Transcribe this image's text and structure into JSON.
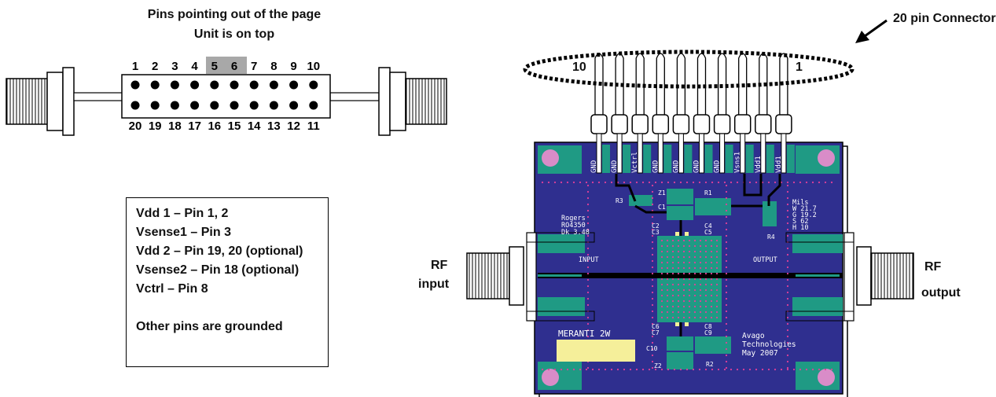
{
  "pin_diagram": {
    "title_line1": "Pins pointing out of the page",
    "title_line2": "Unit is on top",
    "top_pins": [
      "1",
      "2",
      "3",
      "4",
      "5",
      "6",
      "7",
      "8",
      "9",
      "10"
    ],
    "bottom_pins": [
      "20",
      "19",
      "18",
      "17",
      "16",
      "15",
      "14",
      "13",
      "12",
      "11"
    ],
    "highlighted_pins": [
      "5",
      "6"
    ],
    "highlight_color": "#a8a8a8"
  },
  "legend": {
    "lines": [
      "Vdd 1 – Pin 1, 2",
      "Vsense1 – Pin 3",
      "Vdd 2 – Pin 19, 20 (optional)",
      "Vsense2 – Pin 18 (optional)",
      "Vctrl – Pin 8",
      "",
      "Other pins are grounded"
    ]
  },
  "connector": {
    "label": "20 pin Connector",
    "pin_left": "10",
    "pin_right": "1"
  },
  "rf": {
    "input_line1": "RF",
    "input_line2": "input",
    "output_line1": "RF",
    "output_line2": "output"
  },
  "board": {
    "pad_labels": [
      "GND",
      "GND",
      "Vctrl",
      "GND",
      "GND",
      "GND",
      "GND",
      "Vsns1",
      "Vdd1",
      "Vdd1"
    ],
    "material_lines": [
      "Rogers",
      "RO4350",
      "Dk 3.48"
    ],
    "mils_lines": [
      "Mils",
      "W 21.7",
      "G 19.2",
      "S 62",
      "H 10"
    ],
    "input_label": "INPUT",
    "output_label": "OUTPUT",
    "product": "MERANTI 2W",
    "vendor_lines": [
      "Avago",
      "Technologies",
      "May 2007"
    ],
    "components": [
      "R3",
      "Z1",
      "R1",
      "C1",
      "C2",
      "C3",
      "C4",
      "C5",
      "R4",
      "C6",
      "C7",
      "C8",
      "C9",
      "C10",
      "Z2",
      "R2"
    ],
    "colors": {
      "board": "#2f2f8f",
      "copper": "#1f9a84",
      "dots": "#e0409a",
      "corner": "#d98cc8",
      "pad": "#f5ef9a"
    }
  }
}
